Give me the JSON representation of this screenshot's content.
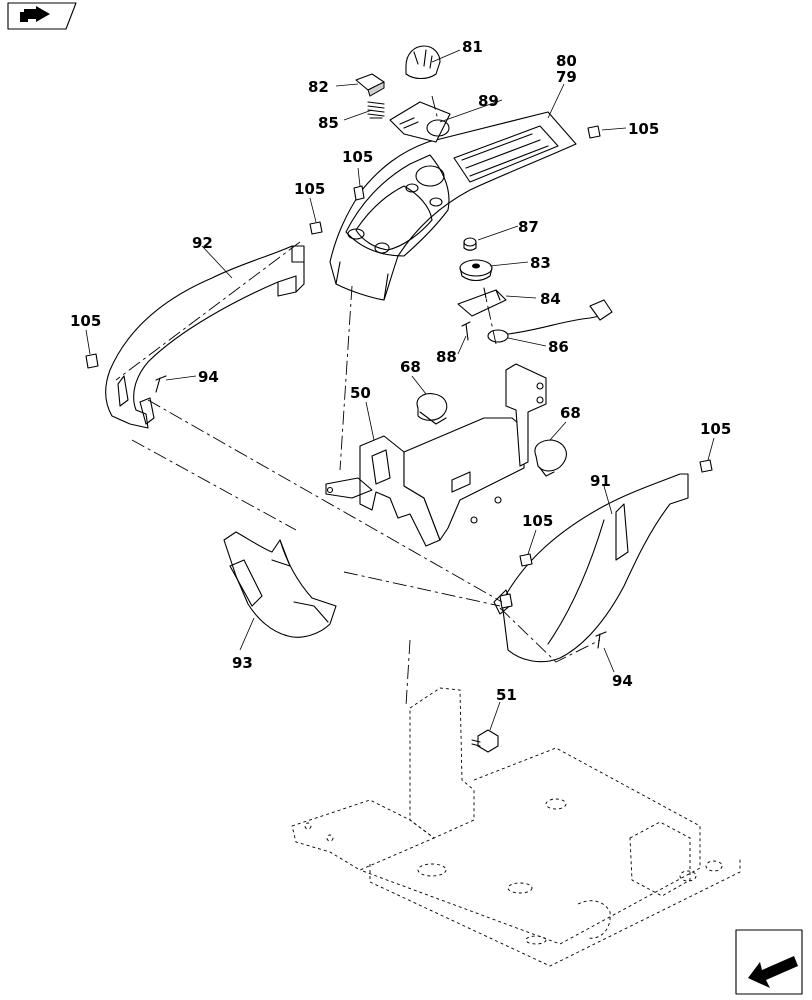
{
  "callouts": {
    "c81": "81",
    "c80": "80",
    "c79": "79",
    "c82": "82",
    "c85": "85",
    "c89": "89",
    "c105_tr": "105",
    "c105_mid": "105",
    "c105_left": "105",
    "c92": "92",
    "c87": "87",
    "c83": "83",
    "c84": "84",
    "c88": "88",
    "c86": "86",
    "c105_l2": "105",
    "c94_l": "94",
    "c68_a": "68",
    "c50": "50",
    "c68_b": "68",
    "c105_r": "105",
    "c91": "91",
    "c105_c": "105",
    "c93": "93",
    "c94_r": "94",
    "c51": "51"
  },
  "icons": {
    "top_left": "book-arrow-icon",
    "bottom_right": "next-arrow-icon"
  }
}
